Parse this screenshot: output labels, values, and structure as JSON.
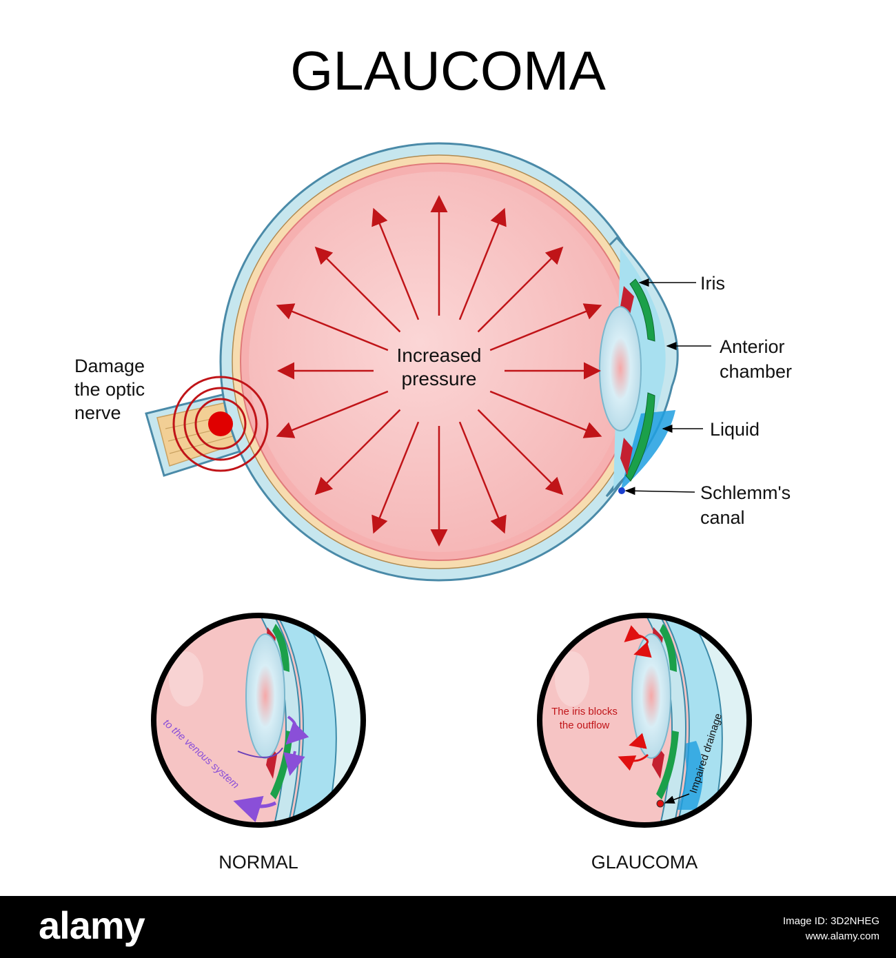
{
  "title": "GLAUCOMA",
  "center_label": [
    "Increased",
    "pressure"
  ],
  "optic_label": [
    "Damage",
    "the optic",
    "nerve"
  ],
  "labels": {
    "iris": "Iris",
    "anterior_chamber": [
      "Anterior",
      "chamber"
    ],
    "liquid": "Liquid",
    "schlemm": [
      "Schlemm's",
      "canal"
    ]
  },
  "normal_inset": {
    "caption": "NORMAL",
    "flow_text": "to the venous system"
  },
  "glaucoma_inset": {
    "caption": "GLAUCOMA",
    "block_text": [
      "The iris blocks",
      "the outflow"
    ],
    "drainage_text": "Impaired drainage"
  },
  "footer": {
    "logo": "alamy",
    "image_id": "Image ID: 3D2NHEG",
    "site": "www.alamy.com"
  },
  "colors": {
    "vitreous": "#f8c8c8",
    "arrow": "#c01418",
    "sclera": "#c6e6ee",
    "choroid": "#f7dcb0",
    "iris": "#1ba04a",
    "anterior": "#a8e0f0",
    "liquid": "#1e9fe0",
    "damage": "#e00000",
    "flow": "#8a4fd8"
  }
}
